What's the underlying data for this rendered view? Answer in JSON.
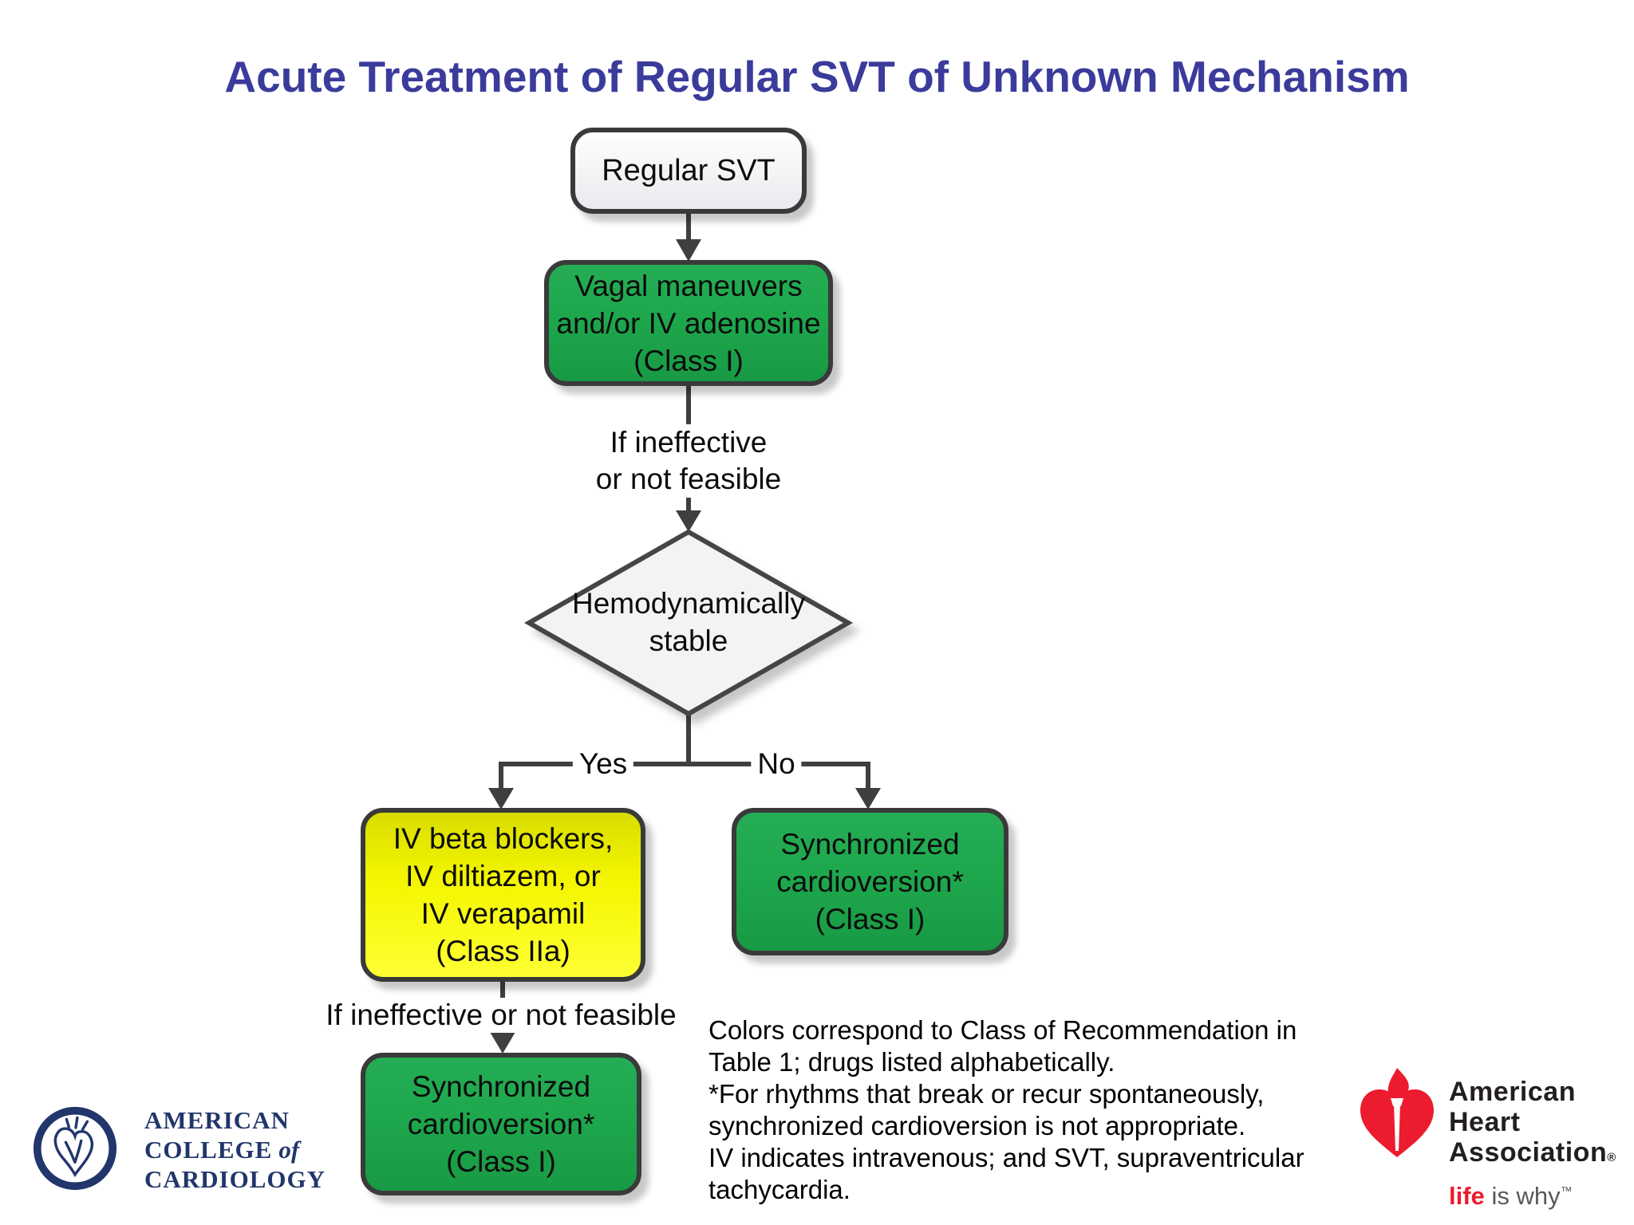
{
  "title": "Acute Treatment of Regular SVT of Unknown Mechanism",
  "nodes": {
    "regular_svt": {
      "label": "Regular SVT"
    },
    "vagal": {
      "label": "Vagal maneuvers\nand/or IV adenosine\n(Class I)"
    },
    "decision": {
      "label": "Hemodynamically\nstable"
    },
    "iv_drugs": {
      "label": "IV beta blockers,\nIV diltiazem, or\nIV verapamil\n(Class IIa)"
    },
    "cardioversion_unstable": {
      "label": "Synchronized\ncardioversion*\n(Class I)"
    },
    "cardioversion_second": {
      "label": "Synchronized\ncardioversion*\n(Class I)"
    }
  },
  "edge_labels": {
    "yes": "Yes",
    "no": "No",
    "ineffective_top": "If ineffective\nor not feasible",
    "ineffective_bottom": "If ineffective or not feasible"
  },
  "footnote": "Colors correspond to Class of Recommendation in\nTable 1; drugs listed alphabetically.\n*For rhythms that break or recur spontaneously,\nsynchronized cardioversion is not appropriate.\nIV indicates intravenous; and SVT, supraventricular\ntachycardia.",
  "logos": {
    "acc": {
      "line1": "AMERICAN",
      "line2_word": "COLLEGE",
      "line2_of": "of",
      "line3": "CARDIOLOGY"
    },
    "aha": {
      "line1": "American",
      "line2": "Heart",
      "line3": "Association",
      "registered": "®",
      "tagline_life": "life",
      "tagline_rest": "is why",
      "trademark": "™"
    }
  },
  "colors": {
    "class_i_green": "#1ea74d",
    "class_iia_yellow": "#f4f600",
    "neutral_node_gray": "#f2f3f5",
    "title_blue": "#3b3b9c",
    "line_gray": "#3f3f3f",
    "acc_navy": "#21366b",
    "aha_red": "#ed1b2e"
  }
}
